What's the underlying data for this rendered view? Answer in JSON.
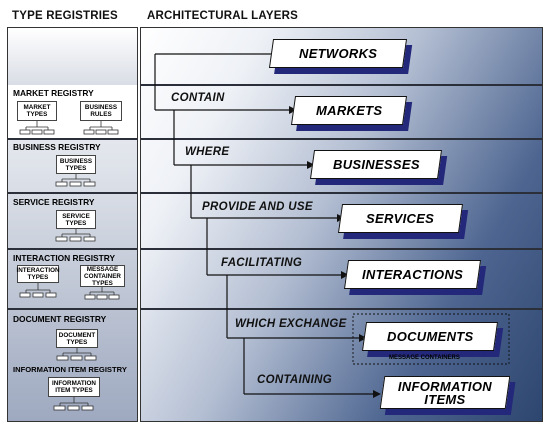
{
  "headers": {
    "type_registries": "TYPE REGISTRIES",
    "architectural_layers": "ARCHITECTURAL LAYERS"
  },
  "registries": {
    "market": {
      "title": "MARKET REGISTRY",
      "boxes": [
        "MARKET TYPES",
        "BUSINESS RULES"
      ]
    },
    "business": {
      "title": "BUSINESS REGISTRY",
      "boxes": [
        "BUSINESS TYPES"
      ]
    },
    "service": {
      "title": "SERVICE REGISTRY",
      "boxes": [
        "SERVICE TYPES"
      ]
    },
    "interaction": {
      "title": "INTERACTION REGISTRY",
      "boxes": [
        "INTERACTION TYPES",
        "MESSAGE CONTAINER TYPES"
      ]
    },
    "document": {
      "title": "DOCUMENT REGISTRY",
      "boxes": [
        "DOCUMENT TYPES"
      ]
    },
    "information_item": {
      "title": "INFORMATION ITEM REGISTRY",
      "boxes": [
        "INFORMATION ITEM TYPES"
      ]
    }
  },
  "layers": [
    "NETWORKS",
    "MARKETS",
    "BUSINESSES",
    "SERVICES",
    "INTERACTIONS",
    "DOCUMENTS",
    "INFORMATION ITEMS"
  ],
  "verbs": [
    "CONTAIN",
    "WHERE",
    "PROVIDE AND USE",
    "FACILITATING",
    "WHICH EXCHANGE",
    "CONTAINING"
  ],
  "message_containers_label": "MESSAGE CONTAINERS",
  "colors": {
    "box_shadow": "#23287a",
    "band_dark": "#2d466f",
    "line": "#111111"
  }
}
